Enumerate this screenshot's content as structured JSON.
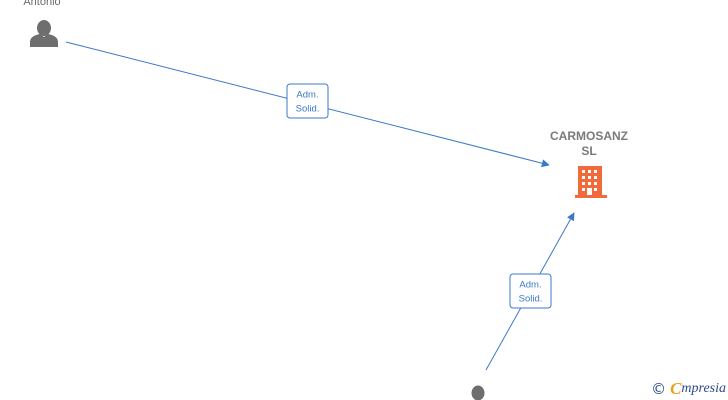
{
  "diagram": {
    "colors": {
      "edge": "#3a78c8",
      "person": "#6e6e6e",
      "company": "#f06a3c",
      "label": "#6b6b6b"
    },
    "nodes": [
      {
        "id": "antonio",
        "type": "person",
        "label": "Antonio",
        "icon": "person-icon"
      },
      {
        "id": "person2",
        "type": "person",
        "label": "",
        "icon": "person-icon"
      },
      {
        "id": "carmosanz",
        "type": "company",
        "label_lines": [
          "CARMOSANZ",
          "SL"
        ],
        "icon": "building-icon"
      }
    ],
    "edges": [
      {
        "from": "antonio",
        "to": "carmosanz",
        "label_lines": [
          "Adm.",
          "Solid."
        ]
      },
      {
        "from": "person2",
        "to": "carmosanz",
        "label_lines": [
          "Adm.",
          "Solid."
        ]
      }
    ]
  },
  "watermark": {
    "copyright_symbol": "©",
    "brand_initial": "C",
    "brand_rest": "mpresia"
  }
}
